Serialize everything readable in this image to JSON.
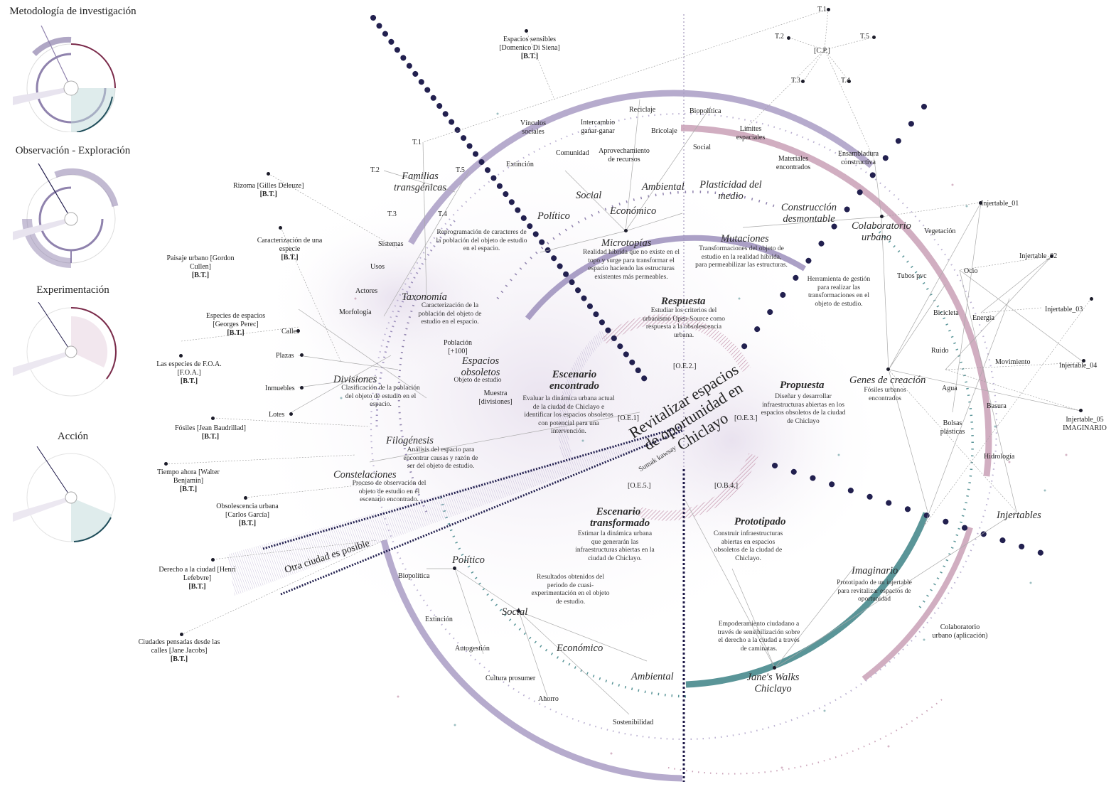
{
  "legend": {
    "items": [
      {
        "title": "Metodología de investigación"
      },
      {
        "title": "Observación - Exploración"
      },
      {
        "title": "Experimentación"
      },
      {
        "title": "Acción"
      }
    ]
  },
  "colors": {
    "lavender": "#8f82ad",
    "pink": "#c495ad",
    "teal": "#4f8e93",
    "navy": "#1f1a4a",
    "maroon": "#7a2a4a"
  },
  "center": {
    "title": "Revitalizar espacios de oportunidad en Chiclayo",
    "subtitle": "Sumak kawsay",
    "slogan": "Otra ciudad es posible"
  },
  "objectives": {
    "oe1": "[O.E.1]",
    "oe2": "[O.E.2.]",
    "oe3": "[O.E.3.]",
    "oe4": "[O.B.4.]",
    "oe5": "[O.E.5.]"
  },
  "stages": {
    "escenario_encontrado": {
      "title": "Escenario encontrado",
      "desc": "Evaluar la dinámica urbana actual de la ciudad de Chiclayo e identificar los espacios obsoletos con potencial para una intervención."
    },
    "respuesta": {
      "title": "Respuesta",
      "desc": "Estudiar los criterios del urbanismo Open-Source como respuesta a la obsolescencia urbana."
    },
    "propuesta": {
      "title": "Propuesta",
      "desc": "Diseñar y desarrollar infraestructuras abiertas en los espacios obsoletos de la ciudad de Chiclayo"
    },
    "escenario_transformado": {
      "title": "Escenario transformado",
      "desc": "Estimar la dinámica urbana que generarán las infraestructuras abiertas en la ciudad de Chiclayo."
    },
    "prototipado": {
      "title": "Prototipado",
      "desc": "Construir infraestructuras abiertas en espacios obsoletos de la ciudad de Chiclayo."
    }
  },
  "concepts": {
    "familias": "Familias transgénicas",
    "familias_desc": "Reprogramación de caracteres de la población del objeto de estudio en el espacio.",
    "taxonomia": "Taxonomía",
    "taxonomia_desc": "Caracterización de la población del objeto de estudio en el espacio.",
    "divisiones": "Divisiones",
    "divisiones_desc": "Clasificación de la población del objeto de estudio en el espacio.",
    "filogenesis": "Filogénesis",
    "filogenesis_desc": "Análisis del espacio para encontrar causas y razón de ser del objeto de estudio.",
    "constelaciones": "Constelaciones",
    "constelaciones_desc": "Proceso de observación del objeto de estudio en el escenario encontrado.",
    "espacios_obsoletos": "Espacios obsoletos",
    "espacios_obsoletos_desc": "Objeto de estudio",
    "microtopias": "Microtopías",
    "microtopias_desc": "Realidad híbrida que no existe en el topo y surge para transformar el espacio haciendo las estructuras existentes más permeables.",
    "mutaciones": "Mutaciones",
    "mutaciones_desc": "Transformaciones del objeto de estudio en la realidad híbrida, para permeabilizar las estructuras.",
    "plasticidad": "Plasticidad del medio",
    "construccion": "Construcción desmontable",
    "colaboratorio": "Colaboratorio urbano",
    "colaboratorio_desc": "Herramienta de gestión para realizar las transformaciones en el objeto de estudio.",
    "genes": "Genes de creación",
    "genes_desc": "Fósiles urbanos encontrados",
    "imaginario": "Imaginario",
    "imaginario_desc": "Prototipado de un injertable para revitalizar espacios de oportunidad",
    "janes": "Jane's Walks Chiclayo",
    "janes_desc": "Empoderamiento ciudadano a través de sensibilización sobre el derecho a la ciudad a través de caminatas.",
    "resultados_desc": "Resultados obtenidos del periodo de cuasi-experimentación en el objeto de estudio.",
    "injertables": "Injertables"
  },
  "dimensions_top": {
    "politico": "Político",
    "social": "Social",
    "economico": "Económico",
    "ambiental": "Ambiental"
  },
  "dimensions_bottom": {
    "politico": "Político",
    "social": "Social",
    "economico": "Económico",
    "ambiental": "Ambiental"
  },
  "small_labels": {
    "espacios_sensibles": "Espacios sensibles [Domenico Di Siena]",
    "bt": "[B.T.]",
    "rizoma": "Rizoma [Gilles Deleuze]",
    "caracterizacion": "Caracterización de una especie",
    "paisaje": "Paisaje urbano [Gordon Cullen]",
    "especies_espacios": "Especies de espacios [Georges Perec]",
    "especies_foa": "Las especies de F.O.A. [F.O.A.]",
    "fosiles": "Fósiles [Jean Baudrillad]",
    "tiempo": "Tiempo ahora [Walter Benjamin]",
    "obsolescencia": "Obsolescencia urbana [Carlos García]",
    "derecho": "Derecho a la ciudad [Henri Lefebvre]",
    "ciudades": "Ciudades pensadas desde las calles [Jane Jacobs]",
    "t1": "T.1",
    "t2": "T.2",
    "t3": "T.3",
    "t4": "T.4",
    "t5": "T.5",
    "cp": "[C.P.]",
    "sistemas": "Sistemas",
    "usos": "Usos",
    "actores": "Actores",
    "morfologia": "Morfología",
    "calles": "Calles",
    "plazas": "Plazas",
    "inmuebles": "Inmuebles",
    "lotes": "Lotes",
    "poblacion": "Población [+100]",
    "muestra": "Muestra [divisiones]",
    "vinculos": "Vínculos sociales",
    "intercambio": "Intercambio ganar-ganar",
    "reciclaje": "Reciclaje",
    "bricolaje": "Bricolaje",
    "comunidad": "Comunidad",
    "extincion": "Extinción",
    "aprovechamiento": "Aprovechamiento de recursos",
    "biopolitica": "Biopolítica",
    "social_sm": "Social",
    "limites": "Límites espaciales",
    "materiales": "Materiales encontrados",
    "ensambladura": "Ensambladura constructiva",
    "injertable_01": "Injertable_01",
    "injertable_02": "Injertable_02",
    "injertable_03": "Injertable_03",
    "injertable_04": "Injertable_04",
    "injertable_05": "Injertable_05 IMAGINARIO",
    "vegetacion": "Vegetación",
    "tubos": "Tubos pvc",
    "ocio": "Ocio",
    "bicicleta": "Bicicleta",
    "energia": "Energía",
    "ruido": "Ruido",
    "movimiento": "Movimiento",
    "agua": "Agua",
    "basura": "Basura",
    "bolsas": "Bolsas plásticas",
    "hidrologia": "Hidrología",
    "colaboratorio_app": "Colaboratorio urbano (aplicación)",
    "biopolitica_b": "Biopolítica",
    "extincion_b": "Extinción",
    "autogestion": "Autogestión",
    "cultura": "Cultura prosumer",
    "ahorro": "Ahorro",
    "sostenibilidad": "Sostenibilidad"
  }
}
